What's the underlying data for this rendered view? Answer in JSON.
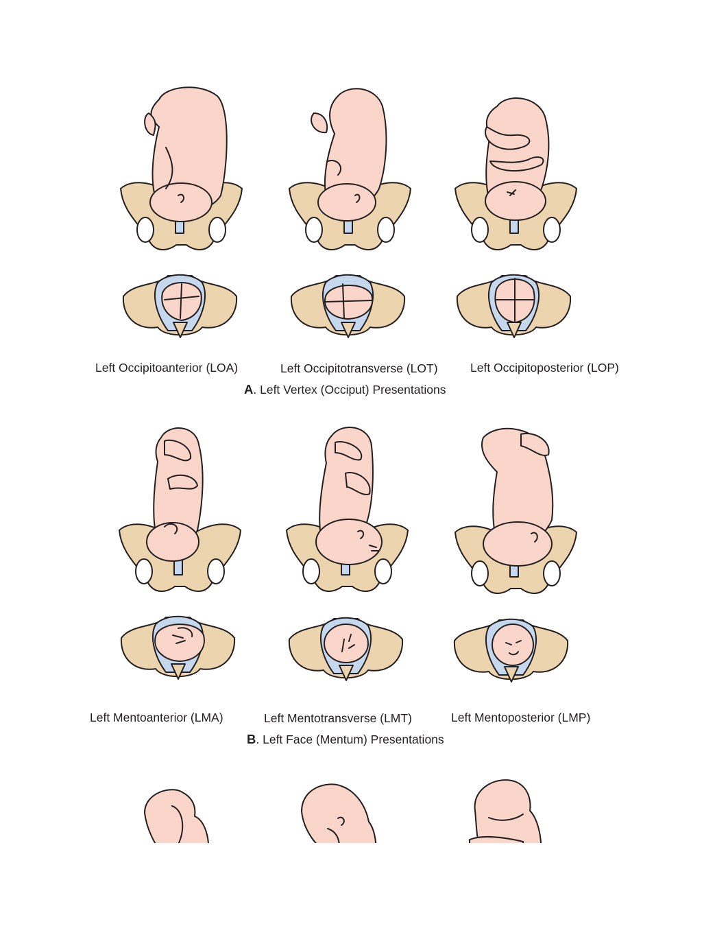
{
  "colors": {
    "skin": "#fad6ca",
    "pelvis": "#ecd5ae",
    "blue": "#c6d8ee",
    "ink": "#231f20"
  },
  "section_a": {
    "letter": "A",
    "caption": ". Left Vertex (Occiput) Presentations",
    "labels": [
      "Left Occipitoanterior (LOA)",
      "Left Occipitotransverse (LOT)",
      "Left Occipitoposterior (LOP)"
    ]
  },
  "section_b": {
    "letter": "B",
    "caption": ". Left Face (Mentum) Presentations",
    "labels": [
      "Left Mentoanterior (LMA)",
      "Left Mentotransverse (LMT)",
      "Left Mentoposterior (LMP)"
    ]
  }
}
